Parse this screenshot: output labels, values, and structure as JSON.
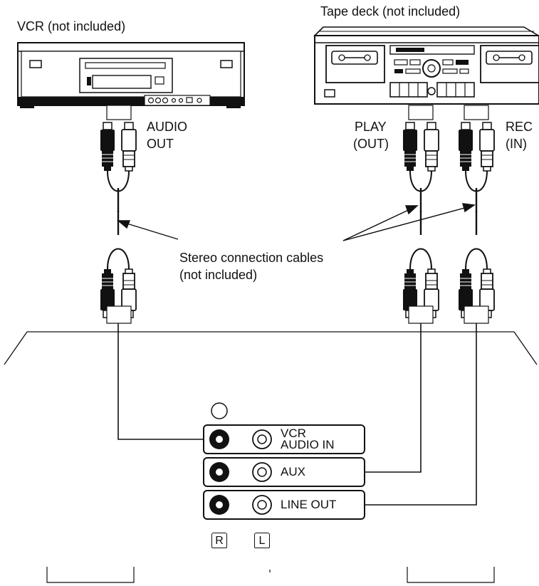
{
  "devices": {
    "vcr": {
      "label": "VCR (not included)",
      "output_label_line1": "AUDIO",
      "output_label_line2": "OUT"
    },
    "tape_deck": {
      "label": "Tape deck (not included)",
      "play_label_line1": "PLAY",
      "play_label_line2": "(OUT)",
      "rec_label_line1": "REC",
      "rec_label_line2": "(IN)"
    }
  },
  "cables": {
    "label_line1": "Stereo connection cables",
    "label_line2": "(not included)"
  },
  "panel": {
    "jacks": [
      {
        "label_line1": "VCR",
        "label_line2": "AUDIO IN"
      },
      {
        "label_line1": "AUX",
        "label_line2": ""
      },
      {
        "label_line1": "LINE OUT",
        "label_line2": ""
      }
    ],
    "channel_right": "R",
    "channel_left": "L"
  }
}
